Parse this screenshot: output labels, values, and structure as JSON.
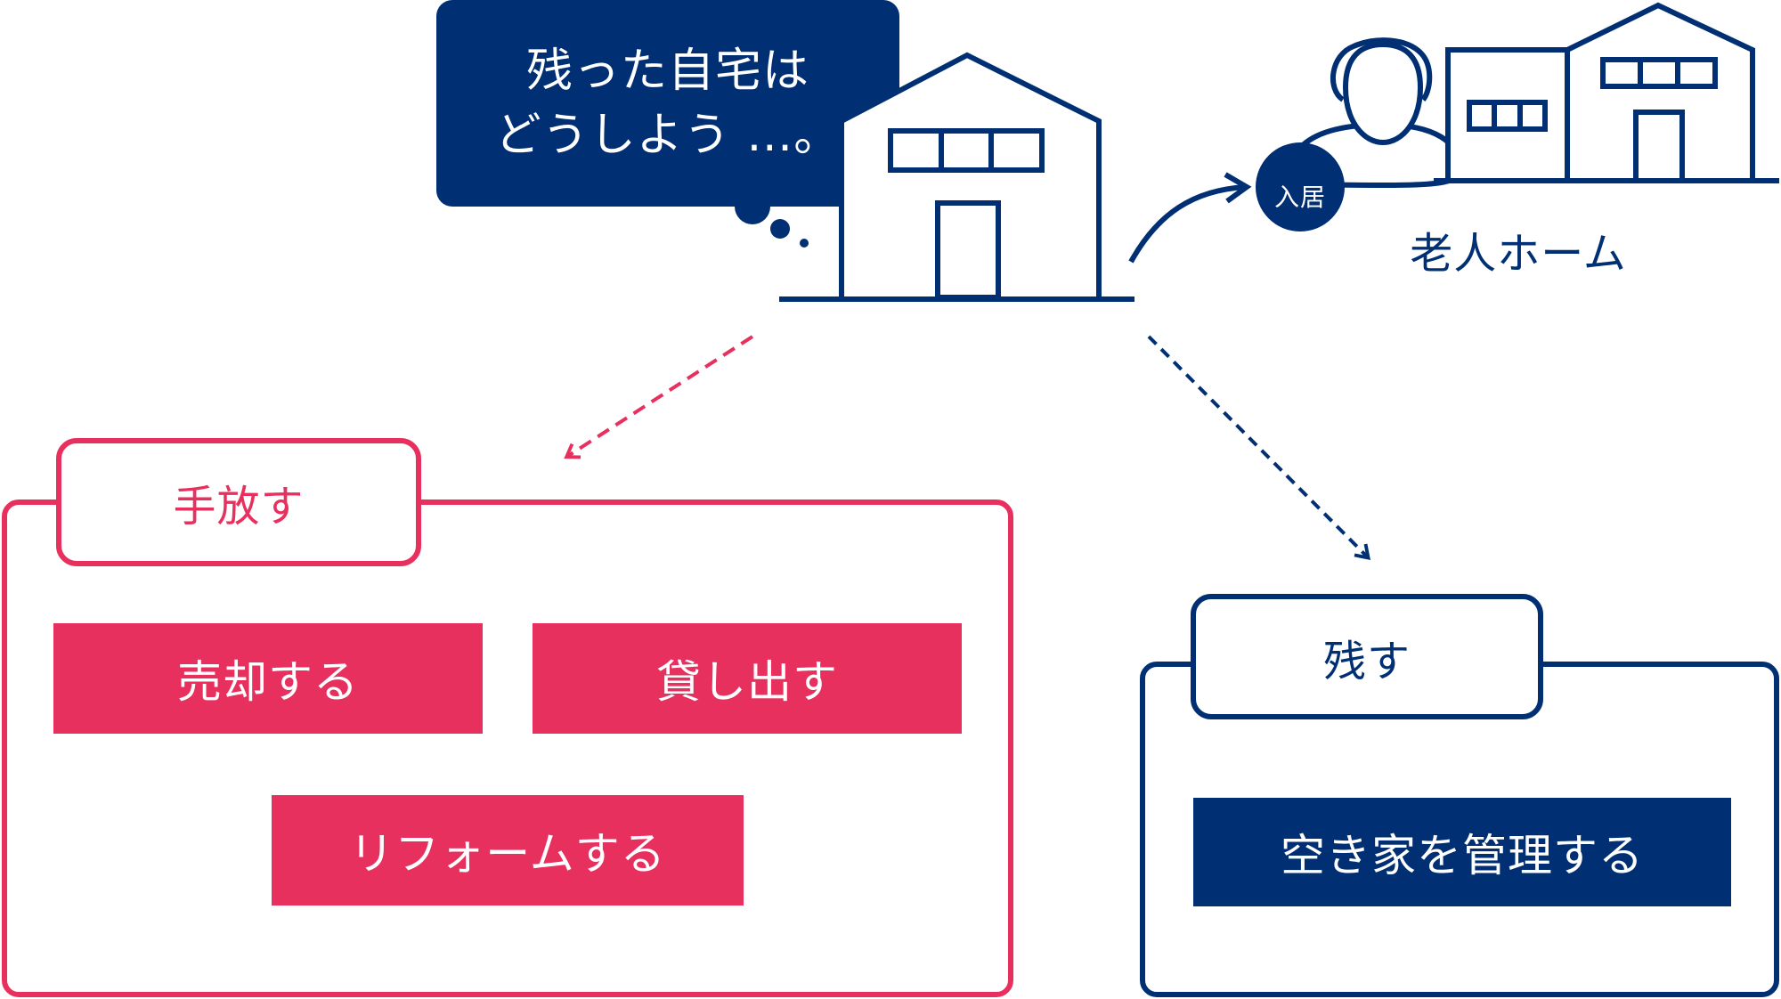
{
  "colors": {
    "navy": "#002f73",
    "pink": "#e8305f",
    "white": "#ffffff"
  },
  "icons": {
    "main_house": "house-icon",
    "nursing_home": "nursing-home-building-icon",
    "person": "person-icon",
    "thought": "thought-bubble-icon"
  },
  "thought_bubble": {
    "line1": "残った自宅は",
    "line2": "どうしよう …。"
  },
  "move_in_tag": "入居",
  "nursing_home_label": "老人ホーム",
  "let_go_group": {
    "title": "手放す",
    "options": {
      "sell": "売却する",
      "lease": "貸し出す",
      "reform": "リフォームする"
    }
  },
  "keep_group": {
    "title": "残す",
    "options": {
      "manage": "空き家を管理する"
    }
  }
}
